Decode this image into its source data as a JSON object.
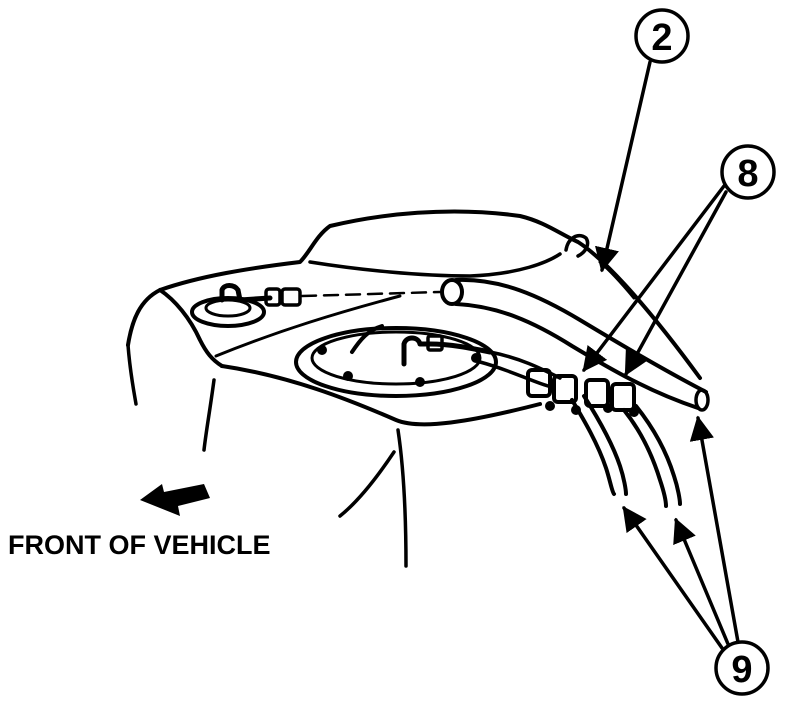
{
  "labels": {
    "front": "FRONT OF VEHICLE"
  },
  "callouts": [
    {
      "id": "callout-2",
      "text": "2"
    },
    {
      "id": "callout-8",
      "text": "8"
    },
    {
      "id": "callout-9",
      "text": "9"
    }
  ]
}
